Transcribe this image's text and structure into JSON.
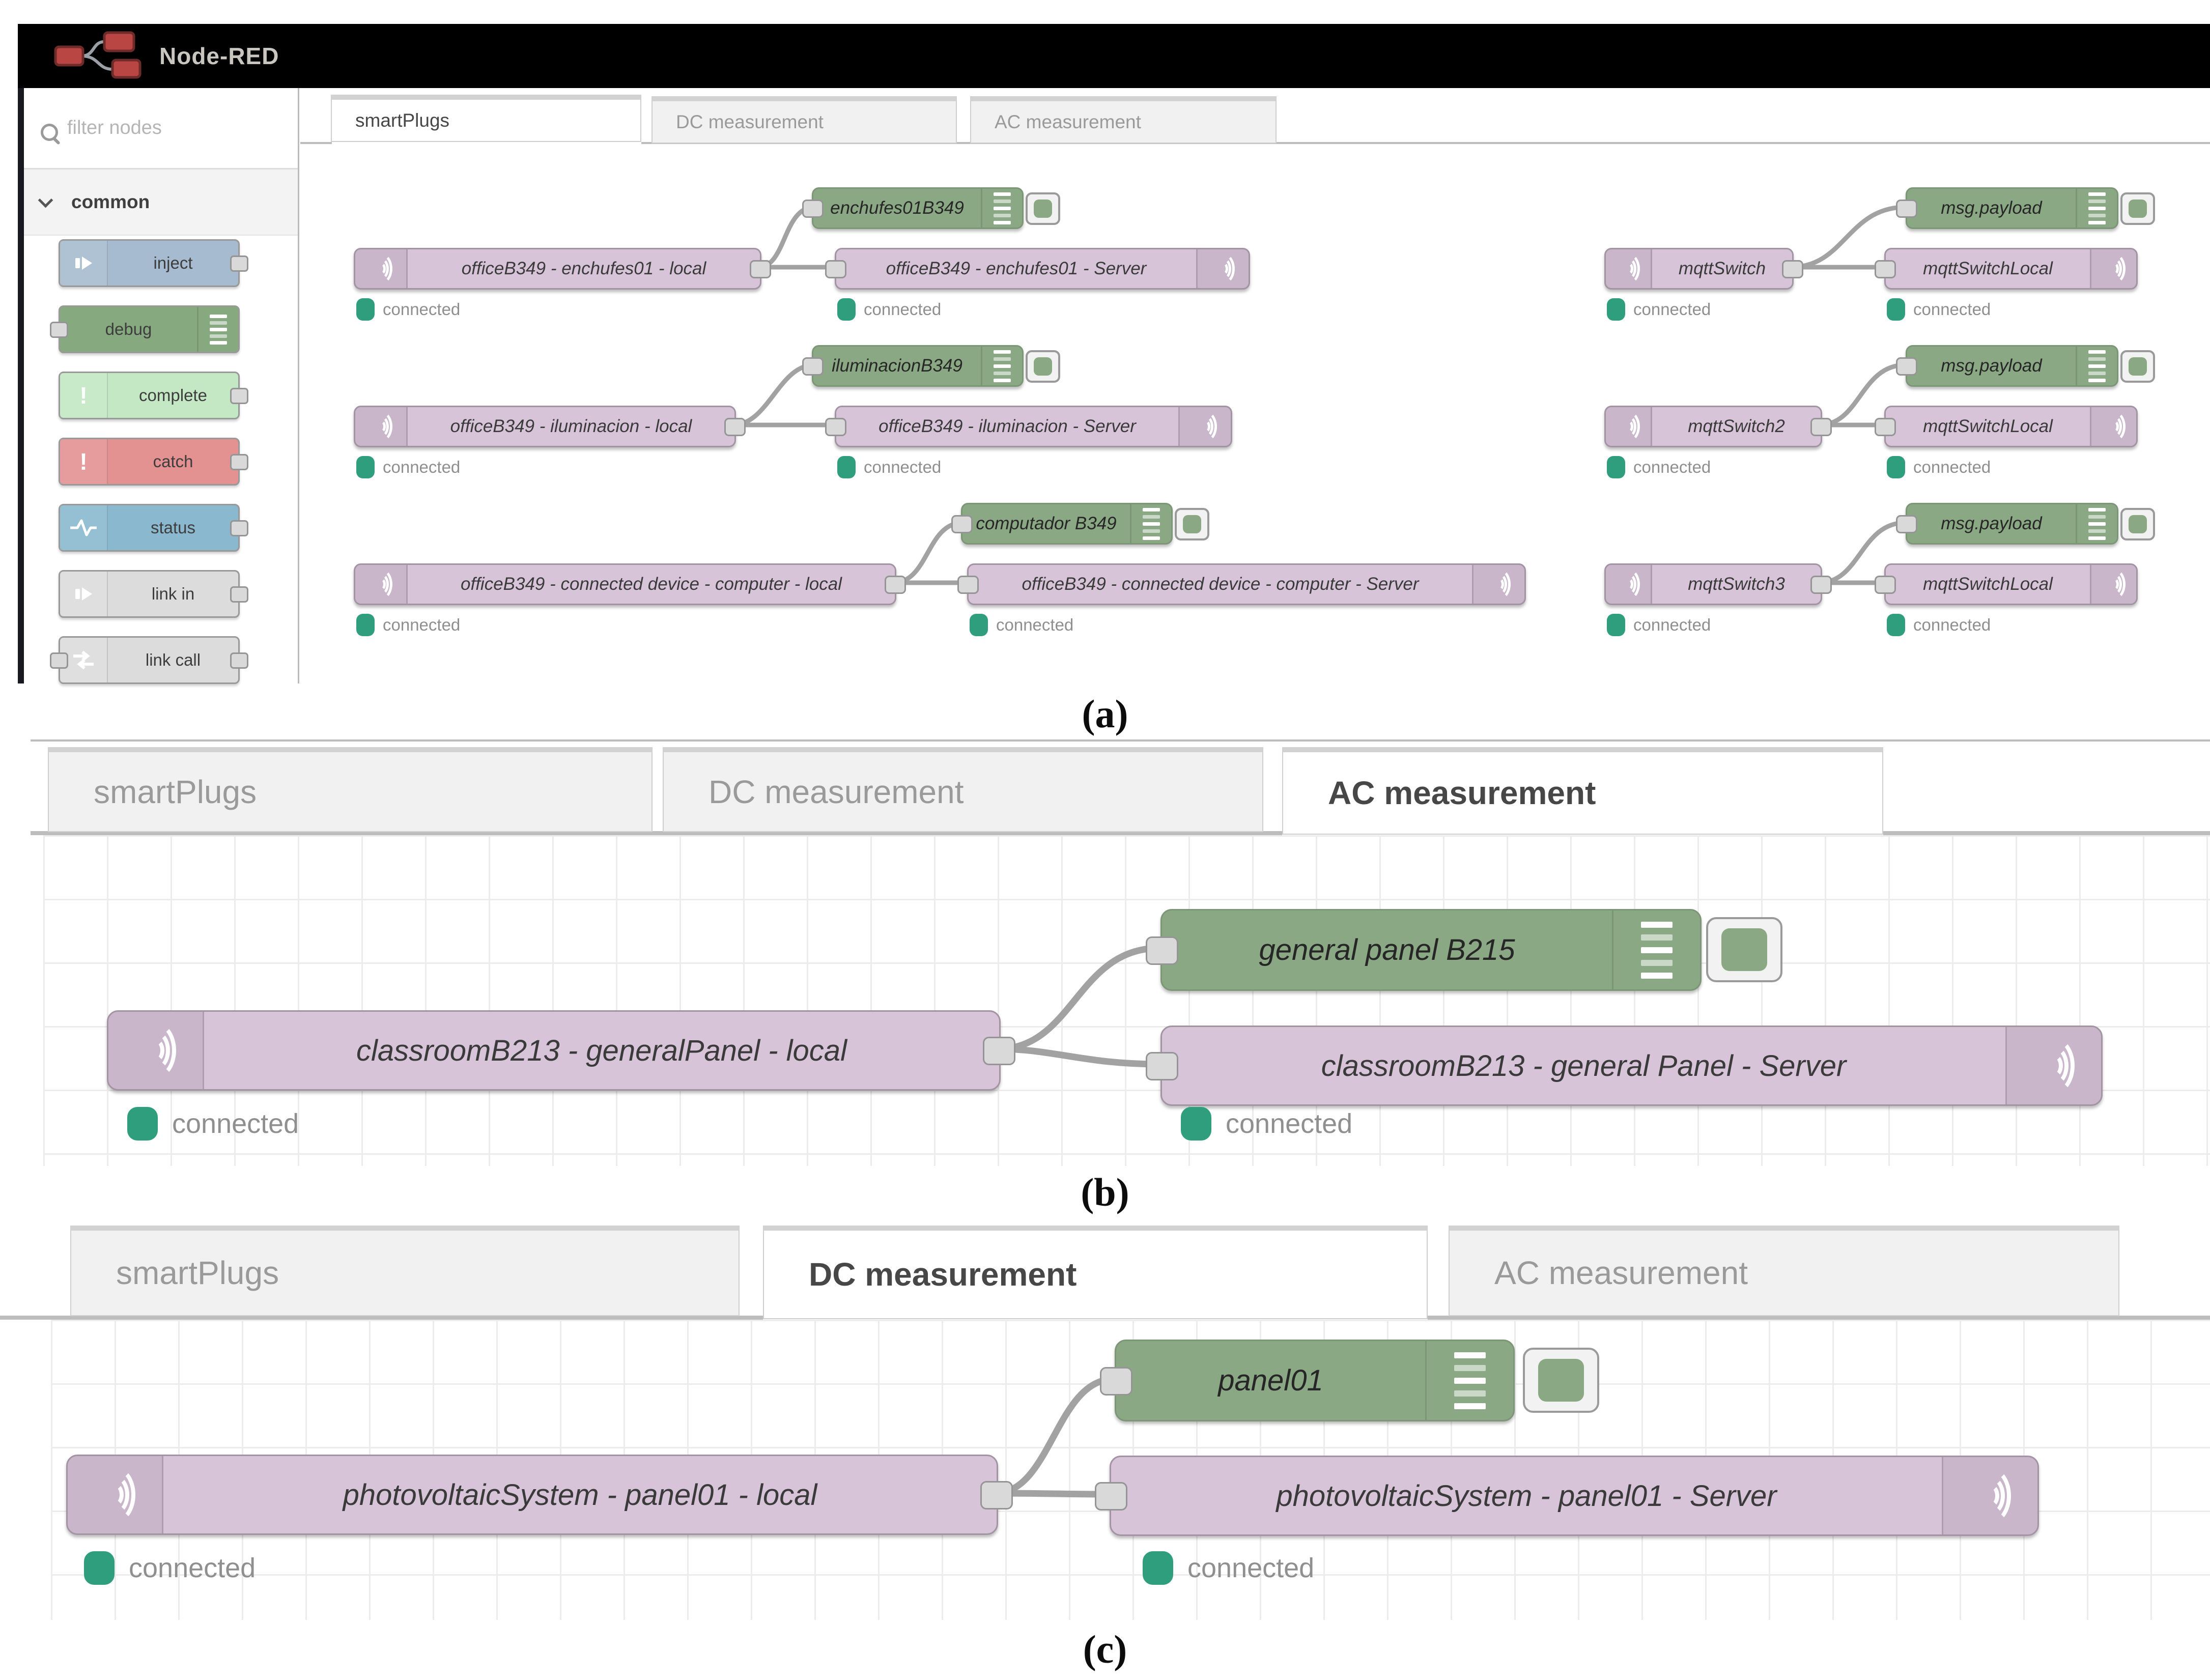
{
  "header": {
    "title": "Node-RED",
    "logo_icon": "node-red-logo-icon",
    "colors": {
      "bg": "#000000",
      "text": "#c9c6c0",
      "logo_node_red": "#b94643"
    }
  },
  "palette": {
    "filter_placeholder": "filter nodes",
    "search_icon": "search-icon",
    "category": "common",
    "chevron_icon": "chevron-down-icon",
    "items": [
      {
        "label": "inject",
        "icon": "arrow-icon",
        "color": "#a6bbcf"
      },
      {
        "label": "debug",
        "icon": "list-icon",
        "color": "#87a980"
      },
      {
        "label": "complete",
        "icon": "exclamation-icon",
        "color": "#c3e8c3"
      },
      {
        "label": "catch",
        "icon": "exclamation-icon",
        "color": "#e49191"
      },
      {
        "label": "status",
        "icon": "pulse-icon",
        "color": "#8ab9cf"
      },
      {
        "label": "link in",
        "icon": "arrow-icon",
        "color": "#dcdcdc"
      },
      {
        "label": "link call",
        "icon": "double-arrow-icon",
        "color": "#dcdcdc"
      }
    ]
  },
  "panel_a": {
    "tabs": [
      {
        "label": "smartPlugs",
        "active": true
      },
      {
        "label": "DC measurement",
        "active": false
      },
      {
        "label": "AC measurement",
        "active": false
      }
    ]
  },
  "flows_a": {
    "rows": [
      {
        "debug": {
          "label": "enchufes01B349",
          "icon": "list-icon"
        },
        "in": {
          "label": "officeB349 - enchufes01 - local",
          "icon": "wifi-icon",
          "status": "connected"
        },
        "out": {
          "label": "officeB349 - enchufes01 - Server",
          "icon": "wifi-icon",
          "status": "connected"
        }
      },
      {
        "debug": {
          "label": "iluminacionB349",
          "icon": "list-icon"
        },
        "in": {
          "label": "officeB349 - iluminacion - local",
          "icon": "wifi-icon",
          "status": "connected"
        },
        "out": {
          "label": "officeB349 - iluminacion - Server",
          "icon": "wifi-icon",
          "status": "connected"
        }
      },
      {
        "debug": {
          "label": "computador B349",
          "icon": "list-icon"
        },
        "in": {
          "label": "officeB349 - connected device - computer - local",
          "icon": "wifi-icon",
          "status": "connected"
        },
        "out": {
          "label": "officeB349 - connected device - computer - Server",
          "icon": "wifi-icon",
          "status": "connected"
        }
      }
    ],
    "switch_rows": [
      {
        "debug": {
          "label": "msg.payload",
          "icon": "list-icon"
        },
        "in": {
          "label": "mqttSwitch",
          "icon": "wifi-icon",
          "status": "connected"
        },
        "out": {
          "label": "mqttSwitchLocal",
          "icon": "wifi-icon",
          "status": "connected"
        }
      },
      {
        "debug": {
          "label": "msg.payload",
          "icon": "list-icon"
        },
        "in": {
          "label": "mqttSwitch2",
          "icon": "wifi-icon",
          "status": "connected"
        },
        "out": {
          "label": "mqttSwitchLocal",
          "icon": "wifi-icon",
          "status": "connected"
        }
      },
      {
        "debug": {
          "label": "msg.payload",
          "icon": "list-icon"
        },
        "in": {
          "label": "mqttSwitch3",
          "icon": "wifi-icon",
          "status": "connected"
        },
        "out": {
          "label": "mqttSwitchLocal",
          "icon": "wifi-icon",
          "status": "connected"
        }
      }
    ]
  },
  "panel_b": {
    "tabs": [
      {
        "label": "smartPlugs",
        "active": false
      },
      {
        "label": "DC measurement",
        "active": false
      },
      {
        "label": "AC measurement",
        "active": true
      }
    ],
    "in": {
      "label": "classroomB213 - generalPanel - local",
      "icon": "wifi-icon",
      "status": "connected"
    },
    "debug": {
      "label": "general panel B215",
      "icon": "list-icon"
    },
    "out": {
      "label": "classroomB213 - general Panel - Server",
      "icon": "wifi-icon",
      "status": "connected"
    }
  },
  "panel_c": {
    "tabs": [
      {
        "label": "smartPlugs",
        "active": false
      },
      {
        "label": "DC measurement",
        "active": true
      },
      {
        "label": "AC measurement",
        "active": false
      }
    ],
    "in": {
      "label": "photovoltaicSystem - panel01 - local",
      "icon": "wifi-icon",
      "status": "connected"
    },
    "debug": {
      "label": "panel01",
      "icon": "list-icon"
    },
    "out": {
      "label": "photovoltaicSystem - panel01 - Server",
      "icon": "wifi-icon",
      "status": "connected"
    }
  },
  "captions": {
    "a": "(a)",
    "b": "(b)",
    "c": "(c)"
  },
  "colors": {
    "mqtt_node": "#d8c4d9",
    "mqtt_border": "#a294a3",
    "debug_node": "#8aa883",
    "debug_border": "#7e9678",
    "status_connected": "#2f9e7d",
    "status_text": "#8f8f8f",
    "wire": "#a2a2a2",
    "port": "#d9d9d9",
    "tab_inactive_bg": "#f1f1f1",
    "tab_active_bg": "#ffffff",
    "grid_line": "#ececec"
  }
}
